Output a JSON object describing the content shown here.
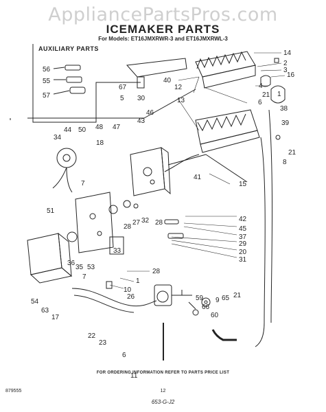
{
  "watermark": "AppliancePartsPros.com",
  "title": "ICEMAKER PARTS",
  "models": "For Models: ET16JMXRWR-3 and ET16JMXRWL-3",
  "aux_title": "AUXILIARY PARTS",
  "footer_note": "FOR ORDERING INFORMATION REFER TO PARTS PRICE LIST",
  "doc_code": "879555",
  "page_number": "12",
  "bottom_note": "653-G-J2",
  "callouts": [
    "56",
    "55",
    "57",
    "67",
    "5",
    "30",
    "40",
    "12",
    "13",
    "14",
    "2",
    "3",
    "16",
    "4",
    "21",
    "1",
    "6",
    "38",
    "39",
    "46",
    "43",
    "47",
    "48",
    "50",
    "44",
    "34",
    "18",
    "7",
    "41",
    "15",
    "21",
    "8",
    "51",
    "33",
    "28",
    "27",
    "32",
    "28",
    "42",
    "45",
    "37",
    "29",
    "20",
    "31",
    "36",
    "35",
    "53",
    "7",
    "54",
    "28",
    "1",
    "10",
    "26",
    "63",
    "17",
    "59",
    "66",
    "60",
    "9",
    "65",
    "21",
    "22",
    "23",
    "6",
    "11"
  ]
}
